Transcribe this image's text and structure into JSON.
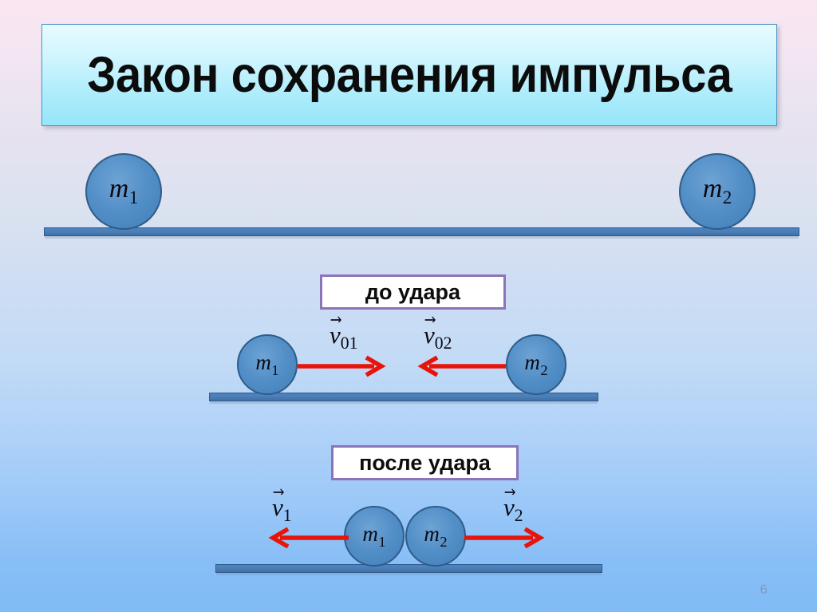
{
  "slide": {
    "title": "Закон сохранения импульса",
    "page_number": "6",
    "colors": {
      "background_top": "#fae6f1",
      "background_bottom": "#81bbf5",
      "title_box_fill_top": "#e6fbff",
      "title_box_fill_bottom": "#97e6fa",
      "title_box_border": "#4f93c4",
      "ball_fill": "#5490c8",
      "ball_border": "#2f5c8a",
      "ground_fill": "#4a7fba",
      "ground_border": "#2f5c8a",
      "arrow_red": "#e8140a",
      "caption_border": "#8b74b8",
      "caption_fill": "#ffffff",
      "page_number_color": "#7d9cc0"
    }
  },
  "scene_initial": {
    "name": "initial-rest-scene",
    "ball_left": {
      "mass_symbol": "m",
      "mass_index": "1"
    },
    "ball_right": {
      "mass_symbol": "m",
      "mass_index": "2"
    }
  },
  "scene_before": {
    "name": "before-impact-scene",
    "caption": "до удара",
    "ball_left": {
      "mass_symbol": "m",
      "mass_index": "1"
    },
    "ball_right": {
      "mass_symbol": "m",
      "mass_index": "2"
    },
    "vector_left": {
      "symbol": "v",
      "index": "01",
      "direction": "right"
    },
    "vector_right": {
      "symbol": "v",
      "index": "02",
      "direction": "left"
    }
  },
  "scene_after": {
    "name": "after-impact-scene",
    "caption": "после удара",
    "ball_left": {
      "mass_symbol": "m",
      "mass_index": "1"
    },
    "ball_right": {
      "mass_symbol": "m",
      "mass_index": "2"
    },
    "vector_left": {
      "symbol": "v",
      "index": "1",
      "direction": "left"
    },
    "vector_right": {
      "symbol": "v",
      "index": "2",
      "direction": "right"
    }
  }
}
